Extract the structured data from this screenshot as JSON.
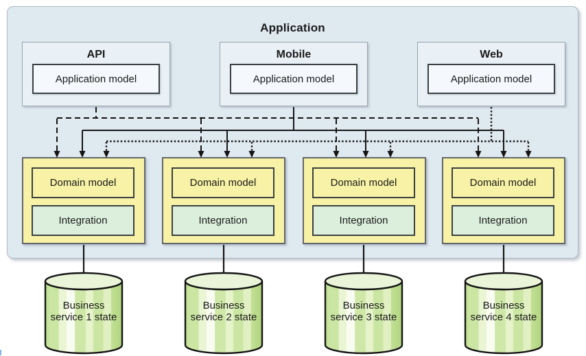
{
  "application": {
    "title": "Application",
    "clients": [
      {
        "name": "API",
        "model_label": "Application model",
        "connector_style": "dashed"
      },
      {
        "name": "Mobile",
        "model_label": "Application model",
        "connector_style": "solid"
      },
      {
        "name": "Web",
        "model_label": "Application model",
        "connector_style": "dotted"
      }
    ],
    "services": [
      {
        "domain_label": "Domain model",
        "integration_label": "Integration",
        "store_label": "Business service 1 state"
      },
      {
        "domain_label": "Domain model",
        "integration_label": "Integration",
        "store_label": "Business service 2 state"
      },
      {
        "domain_label": "Domain model",
        "integration_label": "Integration",
        "store_label": "Business service 3 state"
      },
      {
        "domain_label": "Domain model",
        "integration_label": "Integration",
        "store_label": "Business service 4 state"
      }
    ],
    "colors": {
      "container_bg": "#dfe9f0",
      "client_bg": "#e9f0f6",
      "model_bg": "#f5f9fd",
      "service_bg": "#f7f2a5",
      "integration_bg": "#dcefdc",
      "cylinder_green": "#cfe9a9",
      "cylinder_top": "#e9f4d9",
      "line": "#141414"
    }
  }
}
